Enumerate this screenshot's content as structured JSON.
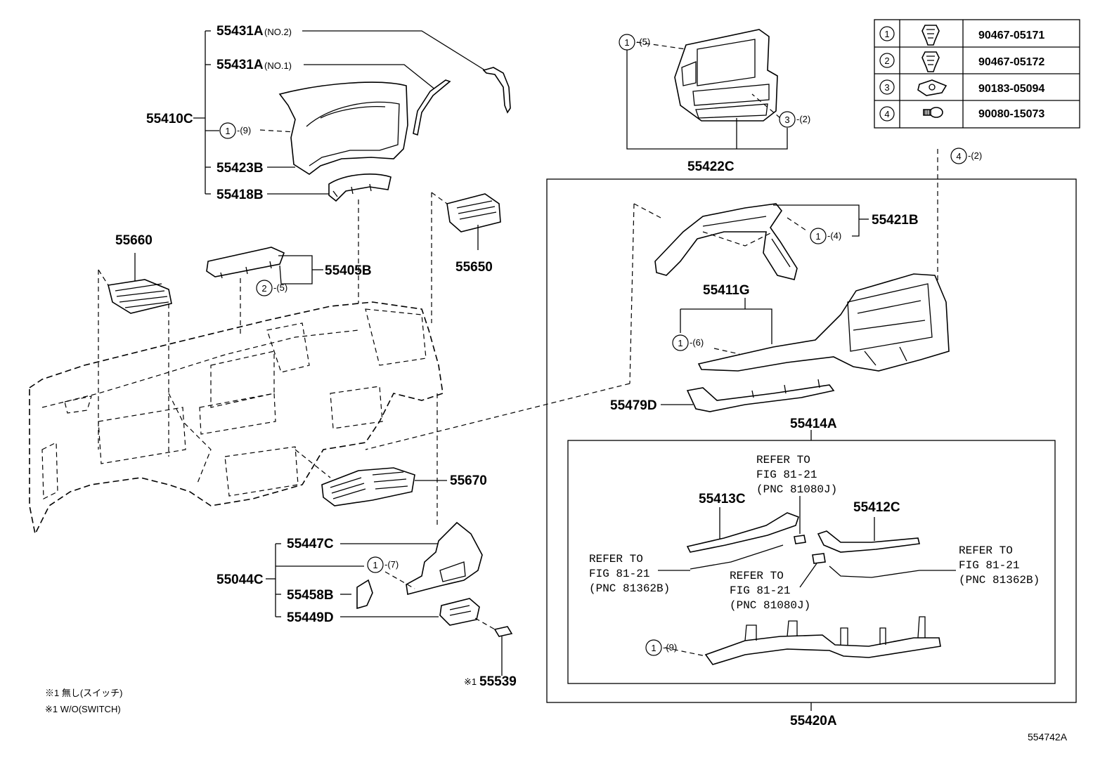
{
  "parts": {
    "p55431A_no2": "55431A",
    "p55431A_no2_sub": "(NO.2)",
    "p55431A_no1": "55431A",
    "p55431A_no1_sub": "(NO.1)",
    "p55410C": "55410C",
    "p55423B": "55423B",
    "p55418B": "55418B",
    "p55660": "55660",
    "p55405B": "55405B",
    "p55650": "55650",
    "p55670": "55670",
    "p55447C": "55447C",
    "p55044C": "55044C",
    "p55458B": "55458B",
    "p55449D": "55449D",
    "p55539": "55539",
    "p55539_mark": "※1",
    "p55422C": "55422C",
    "p55421B": "55421B",
    "p55411G": "55411G",
    "p55479D": "55479D",
    "p55414A": "55414A",
    "p55413C": "55413C",
    "p55412C": "55412C",
    "p55420A": "55420A"
  },
  "callouts": [
    {
      "num": "1",
      "qty": "-(9)"
    },
    {
      "num": "2",
      "qty": "-(5)"
    },
    {
      "num": "1",
      "qty": "-(7)"
    },
    {
      "num": "1",
      "qty": "-(5)"
    },
    {
      "num": "3",
      "qty": "-(2)"
    },
    {
      "num": "4",
      "qty": "-(2)"
    },
    {
      "num": "1",
      "qty": "-(4)"
    },
    {
      "num": "1",
      "qty": "-(6)"
    },
    {
      "num": "1",
      "qty": "-(9)"
    }
  ],
  "refer": {
    "top": [
      "REFER TO",
      "FIG 81-21",
      "(PNC 81080J)"
    ],
    "left": [
      "REFER TO",
      "FIG 81-21",
      "(PNC 81362B)"
    ],
    "mid": [
      "REFER TO",
      "FIG 81-21",
      "(PNC 81080J)"
    ],
    "right": [
      "REFER TO",
      "FIG 81-21",
      "(PNC 81362B)"
    ]
  },
  "legend_table": [
    {
      "num": "1",
      "part": "90467-05171",
      "icon": "clip-icon"
    },
    {
      "num": "2",
      "part": "90467-05172",
      "icon": "clip-icon"
    },
    {
      "num": "3",
      "part": "90183-05094",
      "icon": "nut-icon"
    },
    {
      "num": "4",
      "part": "90080-15073",
      "icon": "screw-icon"
    }
  ],
  "notes": {
    "line1": "※1 無し(スイッチ)",
    "line2": "※1 W/O(SWITCH)"
  },
  "figure_id": "554742A"
}
